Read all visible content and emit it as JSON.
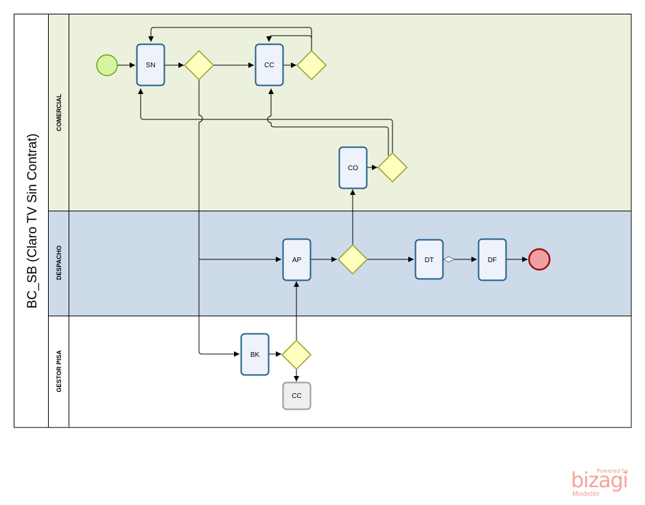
{
  "pool": {
    "name": "BC_SB (Claro TV Sin Contrat)"
  },
  "lanes": {
    "comercial": "COMERCIAL",
    "despacho": "DESPACHO",
    "gestor": "GESTOR PISA"
  },
  "tasks": {
    "sn": "SN",
    "cc1": "CC",
    "co": "CO",
    "ap": "AP",
    "dt": "DT",
    "df": "DF",
    "bk": "BK",
    "cc2": "CC"
  },
  "colors": {
    "lane_comercial": "#ebf1dd",
    "lane_despacho": "#ccdaea",
    "task_fill": "#eef2fb",
    "task_stroke": "#1e5f8a",
    "task_gray_fill": "#eeeeee",
    "gateway_fill": "#ffffc0",
    "gateway_stroke": "#9a9a20",
    "start_fill": "#d6f5a0",
    "start_stroke": "#6aa010",
    "end_fill": "#f0a0a0",
    "end_stroke": "#a01010"
  },
  "brand": {
    "powered": "Powered by",
    "logo": "bizagi",
    "sub": "Modeler"
  }
}
